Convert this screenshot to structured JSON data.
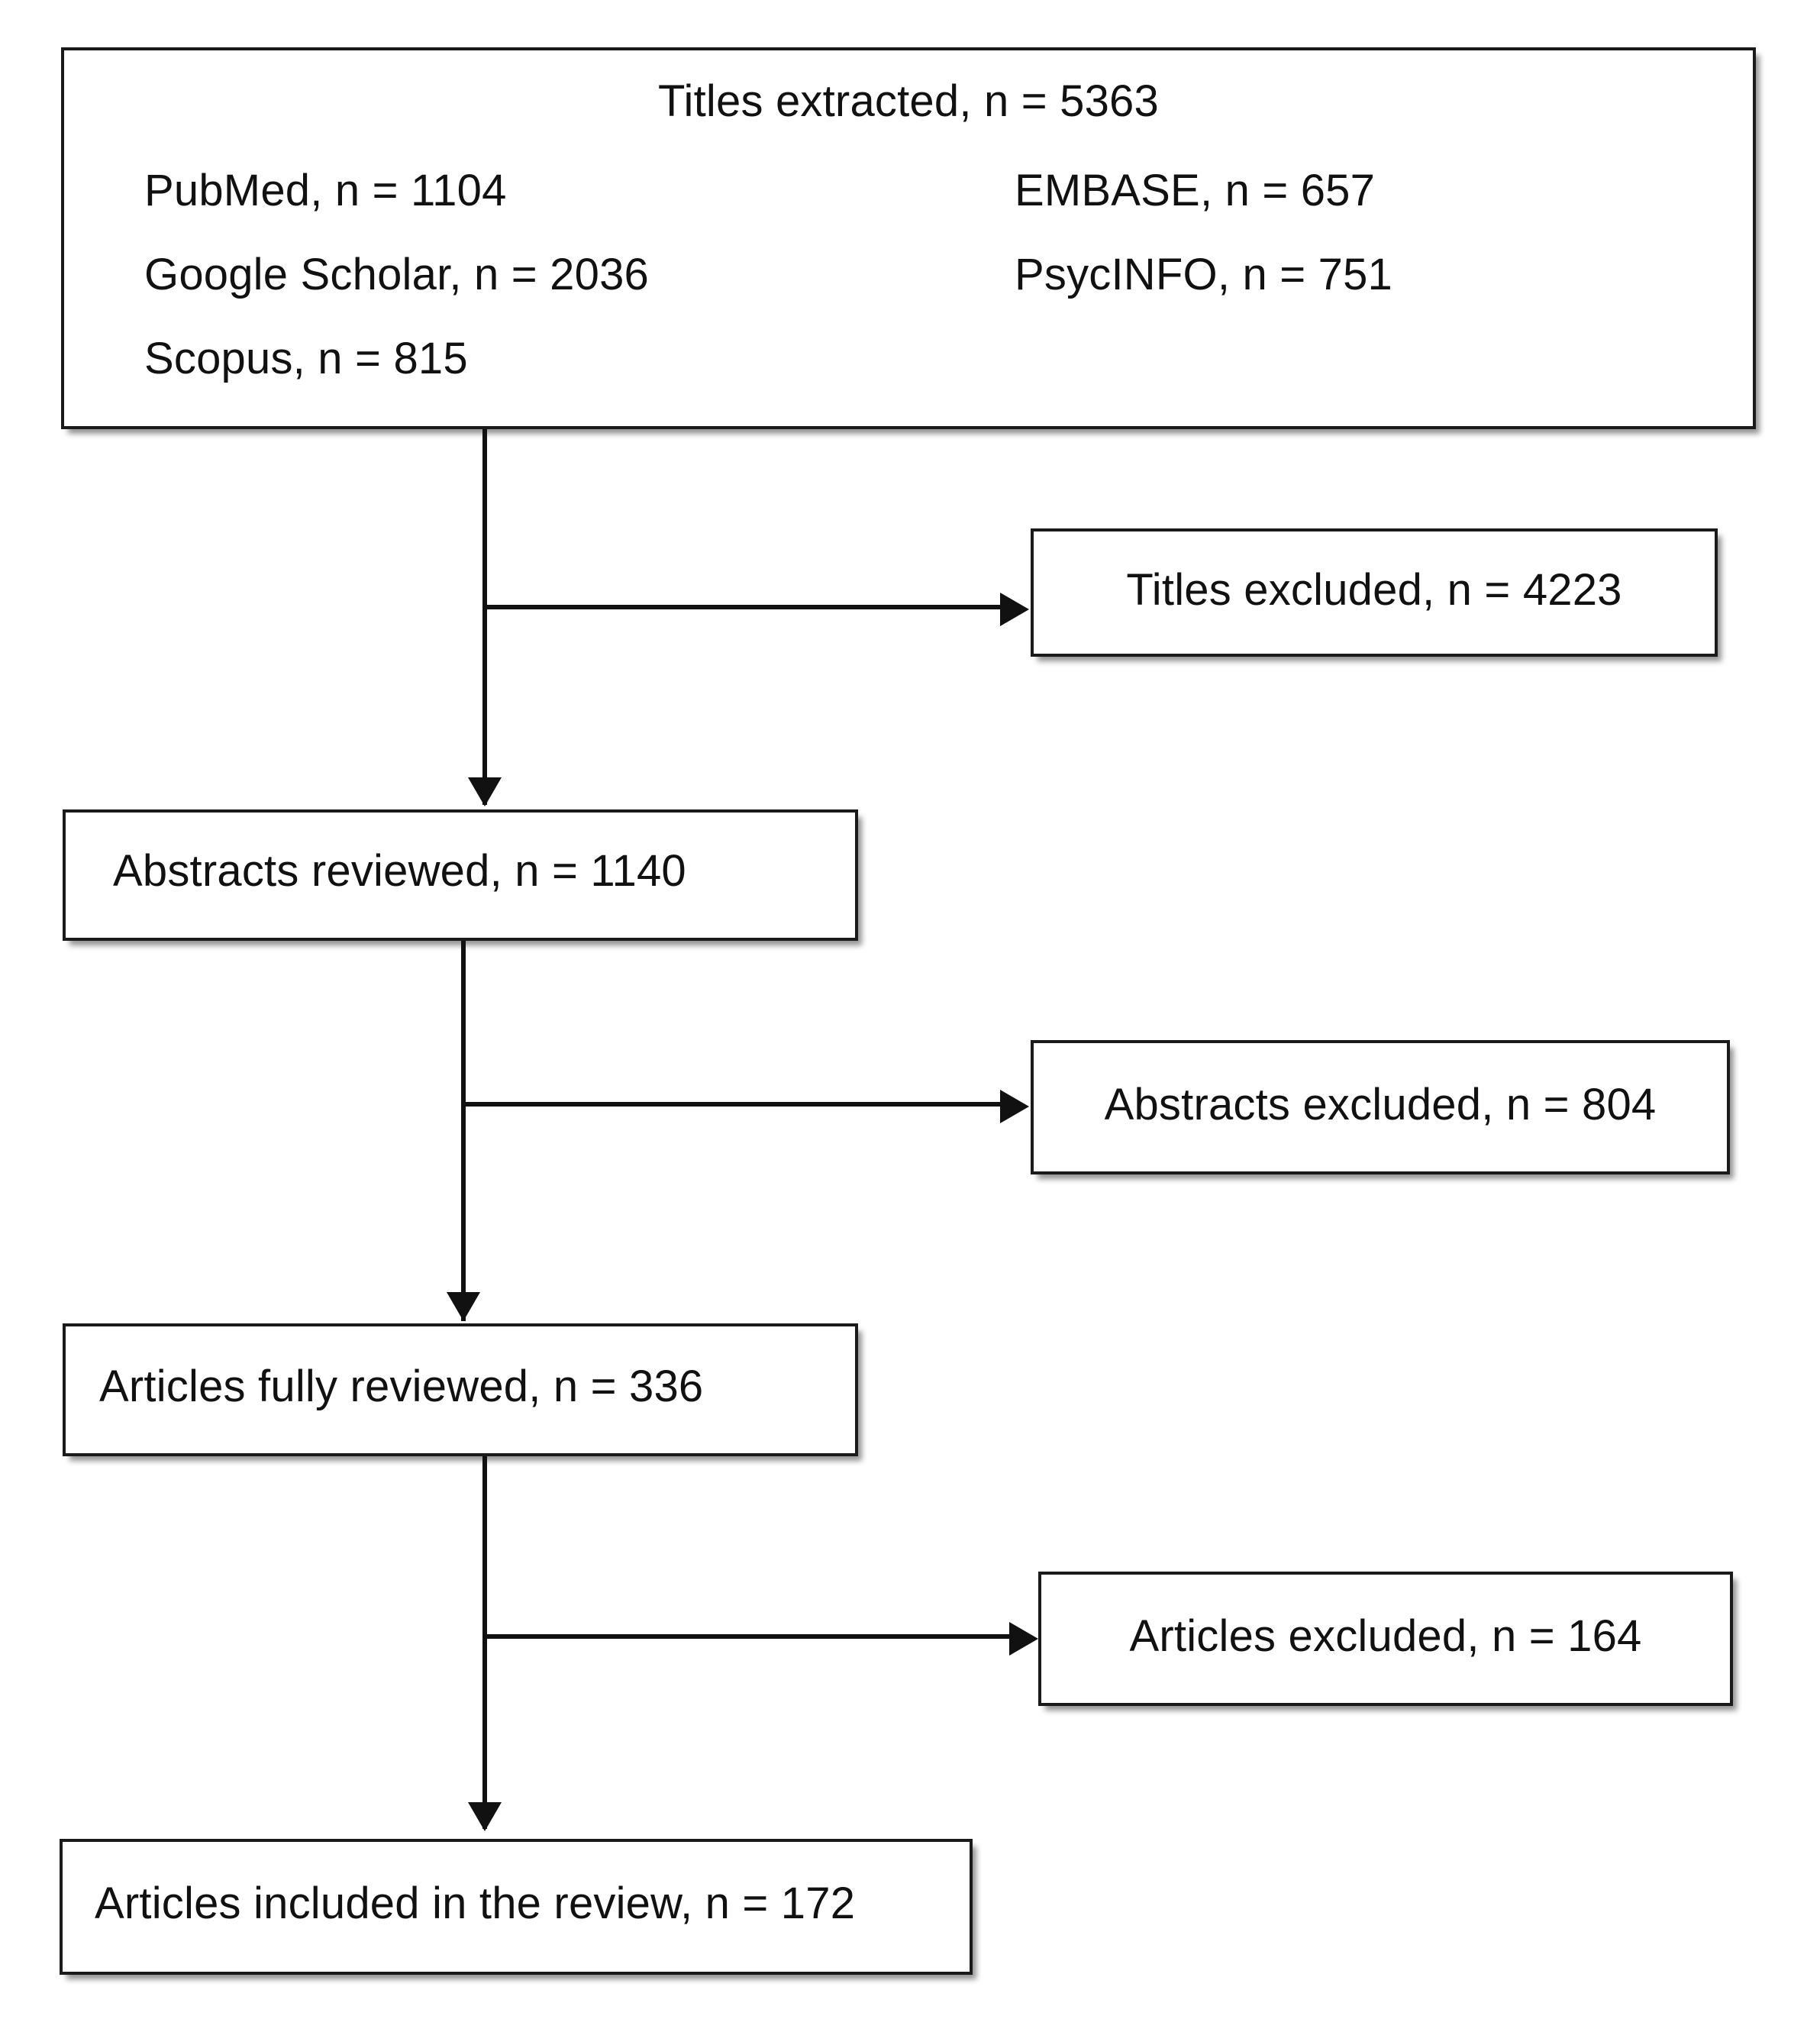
{
  "diagram": {
    "type": "prisma-flow-diagram",
    "orientation": "top-to-bottom",
    "accent_color": "#111111",
    "box_border_color": "#1a1a1a",
    "background_color": "#ffffff"
  },
  "boxes": {
    "titles_extracted": {
      "title": "Titles extracted, n = 5363",
      "sources_left": [
        "PubMed, n = 1104",
        "Google Scholar, n = 2036",
        "Scopus, n = 815"
      ],
      "sources_right": [
        "EMBASE, n = 657",
        "PsycINFO, n = 751"
      ]
    },
    "titles_excluded": {
      "label": "Titles excluded, n = 4223"
    },
    "abstracts_reviewed": {
      "label": "Abstracts reviewed, n = 1140"
    },
    "abstracts_excluded": {
      "label": "Abstracts excluded, n = 804"
    },
    "articles_fully_reviewed": {
      "label": "Articles fully reviewed, n = 336"
    },
    "articles_excluded": {
      "label": "Articles excluded, n = 164"
    },
    "articles_included": {
      "label": "Articles included in the review, n = 172"
    }
  },
  "counts": {
    "titles_extracted": 5363,
    "pubmed": 1104,
    "embase": 657,
    "google_scholar": 2036,
    "psycinfo": 751,
    "scopus": 815,
    "titles_excluded": 4223,
    "abstracts_reviewed": 1140,
    "abstracts_excluded": 804,
    "articles_fully_reviewed": 336,
    "articles_excluded": 164,
    "articles_included": 172
  }
}
